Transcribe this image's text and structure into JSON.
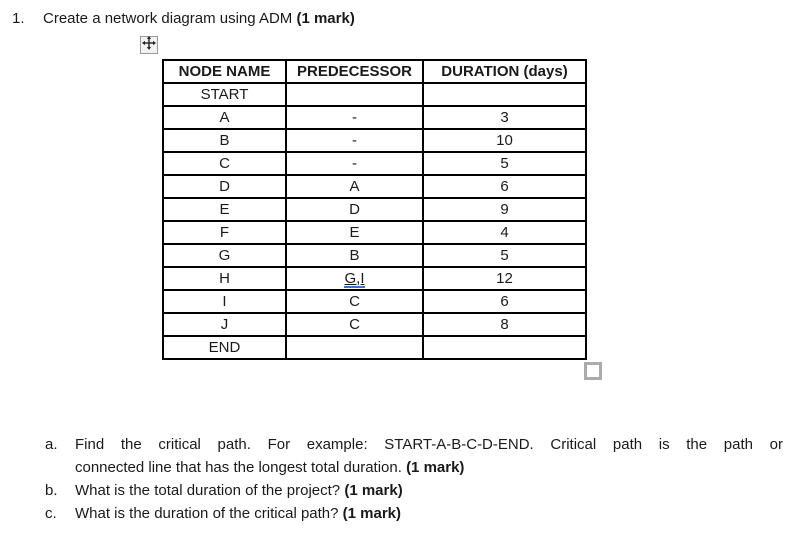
{
  "page": {
    "background_color": "#ffffff",
    "text_color": "#1a1a1a",
    "grammar_underline_color": "#3b6fd4"
  },
  "title": {
    "number": "1.",
    "text": "Create a network diagram using ADM ",
    "mark": "(1 mark)"
  },
  "table": {
    "headers": [
      "NODE NAME",
      "PREDECESSOR",
      "DURATION (days)"
    ],
    "rows": [
      {
        "node": "START",
        "predecessor": "",
        "duration": ""
      },
      {
        "node": "A",
        "predecessor": "-",
        "duration": "3"
      },
      {
        "node": "B",
        "predecessor": "-",
        "duration": "10"
      },
      {
        "node": "C",
        "predecessor": "-",
        "duration": "5"
      },
      {
        "node": "D",
        "predecessor": "A",
        "duration": "6"
      },
      {
        "node": "E",
        "predecessor": "D",
        "duration": "9"
      },
      {
        "node": "F",
        "predecessor": "E",
        "duration": "4"
      },
      {
        "node": "G",
        "predecessor": "B",
        "duration": "5"
      },
      {
        "node": "H",
        "predecessor": "G,I",
        "duration": "12"
      },
      {
        "node": "I",
        "predecessor": "C",
        "duration": "6"
      },
      {
        "node": "J",
        "predecessor": "C",
        "duration": "8"
      },
      {
        "node": "END",
        "predecessor": "",
        "duration": ""
      }
    ]
  },
  "icons": {
    "move_handle": "table-move-handle",
    "resize_handle": "table-resize-handle"
  },
  "questions": {
    "a": {
      "label": "a.",
      "line1": "Find the critical path. For example: START-A-B-C-D-END. Critical path is the path or",
      "line2": "connected line that has the longest total duration.  ",
      "mark": "(1 mark)"
    },
    "b": {
      "label": "b.",
      "text": "What is the total duration of the project? ",
      "mark": "(1 mark)"
    },
    "c": {
      "label": "c.",
      "text": "What is the duration of the critical path? ",
      "mark": "(1 mark)"
    }
  }
}
